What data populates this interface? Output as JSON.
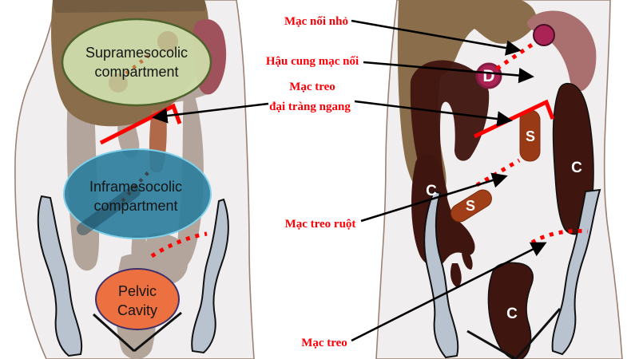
{
  "left_figure": {
    "compartments": {
      "supramesocolic": {
        "line1": "Supramesocolic",
        "line2": "compartment",
        "fill": "#cfe0ad",
        "border": "#4e622c"
      },
      "inframesocolic": {
        "line1": "Inframesocolic",
        "line2": "compartment",
        "fill": "#2e7e9d",
        "border": "#7fd0e8"
      },
      "pelvic": {
        "line1": "Pelvic",
        "line2": "Cavity",
        "fill": "#ed7040",
        "border": "#3f3069"
      }
    }
  },
  "right_figure": {
    "organ_letters": {
      "duodenum": "D",
      "jejunum_s": "S",
      "ileum_s": "S",
      "colon_left": "C",
      "colon_descending": "C",
      "colon_sigmoid": "C"
    }
  },
  "annotations": {
    "lesser_omentum": "Mạc nối nhỏ",
    "omental_bursa": "Hậu cung mạc nối",
    "transverse_mesocolon_line1": "Mạc treo",
    "transverse_mesocolon_line2": "đại tràng ngang",
    "small_bowel_mesentery": "Mạc treo ruột",
    "mesentery": "Mạc treo",
    "label_color": "#fb0007"
  },
  "colors": {
    "red_line": "#fe0000",
    "liver": "#8a6d4a",
    "spleen_left": "#a0525c",
    "spleen_right": "#a9706f",
    "dark_organ": "#3f150f",
    "s_capsule": "#983a16",
    "magenta_node": "#ab2355",
    "bone_grey": "#b9c2cf",
    "intestine_taupe": "#ab9b90",
    "body_fill": "#f0eeee",
    "body_outline": "#9b8273"
  }
}
